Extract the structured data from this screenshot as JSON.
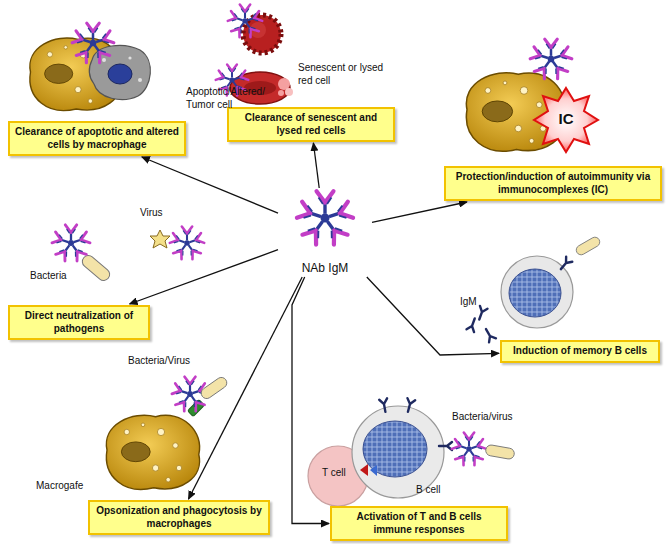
{
  "diagram": {
    "nodes": [
      {
        "text": [
          "Clearance of apoptotic and altered cells by macrophage"
        ]
      },
      {
        "text": [
          "Clearance of senescent and lysed red cells"
        ]
      },
      {
        "text": [
          "Protection/induction of autoimmunity via immunocomplexes (IC)"
        ]
      },
      {
        "text": [
          "NAb IgM"
        ]
      },
      {
        "text": [
          "Direct neutralization of pathogens"
        ]
      },
      {
        "text": [
          "Induction of memory B cells"
        ]
      },
      {
        "text": [
          "Opsonization and phagocytosis by macrophages"
        ]
      },
      {
        "text": [
          "Activation of T and B cells immune responses"
        ]
      }
    ],
    "edges": [
      {
        "from": 3,
        "to": 0,
        "arrow": "to"
      },
      {
        "from": 3,
        "to": 1,
        "arrow": "to"
      },
      {
        "from": 3,
        "to": 2,
        "arrow": "to"
      },
      {
        "from": 3,
        "to": 4,
        "arrow": "to"
      },
      {
        "from": 3,
        "to": 5,
        "arrow": "to"
      },
      {
        "from": 3,
        "to": 6,
        "arrow": "to"
      },
      {
        "from": 3,
        "to": 7,
        "arrow": "to"
      }
    ],
    "labels": [
      "Apoptotic/Altered/ Tumor cell",
      "Senescent or lysed red cell",
      "IC",
      "Virus",
      "Bacteria",
      "IgM",
      "Macrogafe",
      "Bacteria/Virus",
      "T cell",
      "B cell",
      "Bacteria/virus"
    ]
  }
}
